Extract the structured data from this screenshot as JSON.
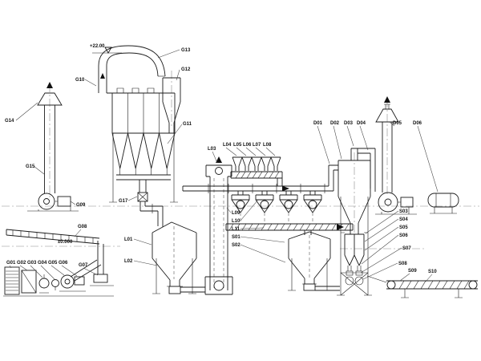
{
  "diagram": {
    "type": "industrial-process-flow-drawing",
    "background": "#ffffff",
    "line_color": "#1c1c1c",
    "annotations": {
      "elevation_top": "+22.00",
      "elevation_ground": "±0.000"
    },
    "labels": {
      "G01": "G01",
      "G02": "G02",
      "G03": "G03",
      "G04": "G04",
      "G05": "G05",
      "G06": "G06",
      "G07": "G07",
      "G08": "G08",
      "G09": "G09",
      "G10": "G10",
      "G11": "G11",
      "G12": "G12",
      "G13": "G13",
      "G14": "G14",
      "G15": "G15",
      "G17": "G17",
      "L01": "L01",
      "L02": "L02",
      "L03": "L03",
      "L04": "L04",
      "L05": "L05",
      "L06": "L06",
      "L07": "L07",
      "L08": "L08",
      "L09": "L09",
      "L10": "L10",
      "L11": "L11",
      "S01": "S01",
      "S02": "S02",
      "S03": "S03",
      "S04": "S04",
      "S05": "S05",
      "S06": "S06",
      "S07": "S07",
      "S08": "S08",
      "S09": "S09",
      "S10": "S10",
      "D01": "D01",
      "D02": "D02",
      "D03": "D03",
      "D04": "D04",
      "D05": "D05",
      "D06": "D06"
    }
  }
}
